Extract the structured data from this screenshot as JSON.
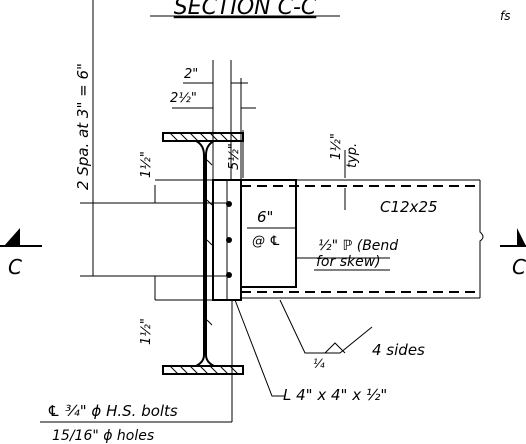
{
  "title": "SECTION C-C",
  "corner_text": "fs",
  "section_mark_left": "C",
  "section_mark_right": "C",
  "dimensions": {
    "spacing_top": "2\"",
    "spacing_mid": "2½\"",
    "bolt_spacing_vertical": "2 Spa. at 3\" = 6\"",
    "edge_top_left": "1½\"",
    "edge_bottom_left": "1½\"",
    "gap_5half": "5½\"",
    "typ_dim": "1½\"",
    "typ_label": "typ.",
    "plate_dim": "6\""
  },
  "labels": {
    "channel": "C12x25",
    "center_at": "@ ℄",
    "plate_line1": "½\" ℙ (Bend",
    "plate_line2": "for skew)",
    "weld_size": "¼",
    "weld_note": "4 sides",
    "angle": "L 4\" x 4\" x ½\"",
    "bolts": "℄ ¾\" ϕ H.S. bolts",
    "holes": "15/16\" ϕ holes"
  }
}
